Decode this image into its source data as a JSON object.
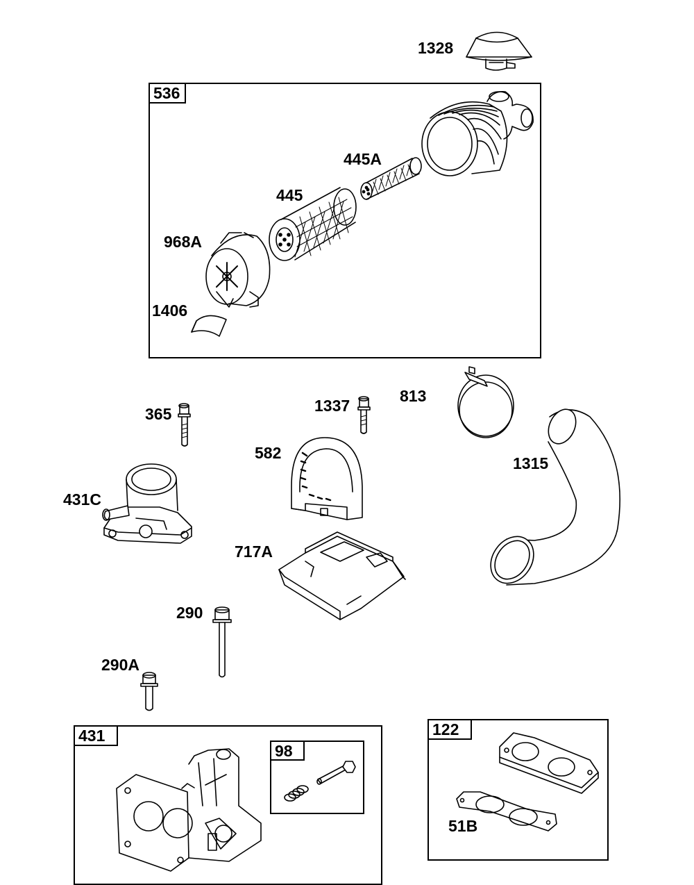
{
  "diagram": {
    "groups": {
      "air_cleaner": "536",
      "throttle_body": "431",
      "spring_kit": "98",
      "gasket_set": "122"
    },
    "parts": {
      "p1328": "1328",
      "p445A": "445A",
      "p445": "445",
      "p968A": "968A",
      "p1406": "1406",
      "p365": "365",
      "p1337": "1337",
      "p813": "813",
      "p582": "582",
      "p1315": "1315",
      "p431C": "431C",
      "p717A": "717A",
      "p290": "290",
      "p290A": "290A",
      "p51B": "51B"
    }
  }
}
